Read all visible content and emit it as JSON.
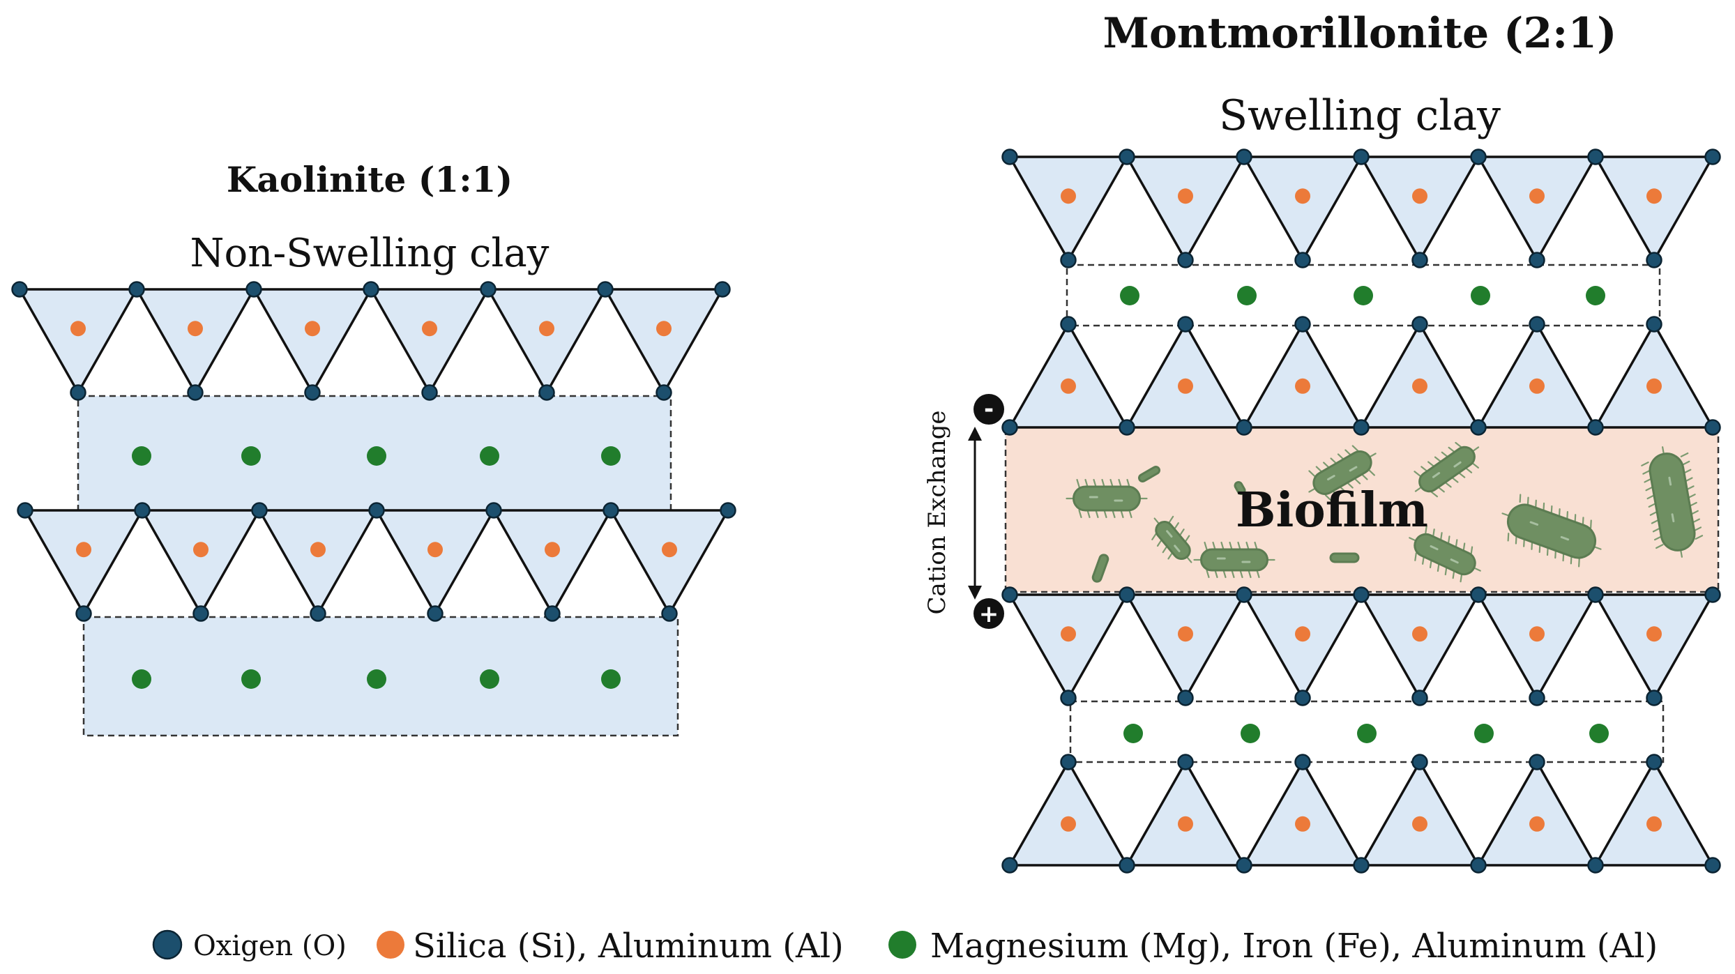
{
  "kaolinite": {
    "title": "Kaolinite  (1:1)",
    "subtitle": "Non-Swelling clay"
  },
  "montmorillonite": {
    "title": "Montmorillonite (2:1)",
    "subtitle": "Swelling clay",
    "biofilm_label": "Biofilm",
    "cation_exchange_label": "Cation Exchange",
    "charge_negative": "-",
    "charge_positive": "+"
  },
  "legend": {
    "items": [
      {
        "label": "Oxigen (O)",
        "color": "#1c4f6d",
        "icon": "oxygen-atom-icon"
      },
      {
        "label": "Silica (Si), Aluminum (Al)",
        "color": "#ec7a3a",
        "icon": "silica-atom-icon"
      },
      {
        "label": "Magnesium (Mg), Iron (Fe), Aluminum (Al)",
        "color": "#217d2c",
        "icon": "magnesium-atom-icon"
      }
    ]
  },
  "colors": {
    "tetrahedron_fill": "#dbe8f5",
    "biofilm_fill": "#f9e0d3",
    "bacteria": "#6f8f62"
  }
}
